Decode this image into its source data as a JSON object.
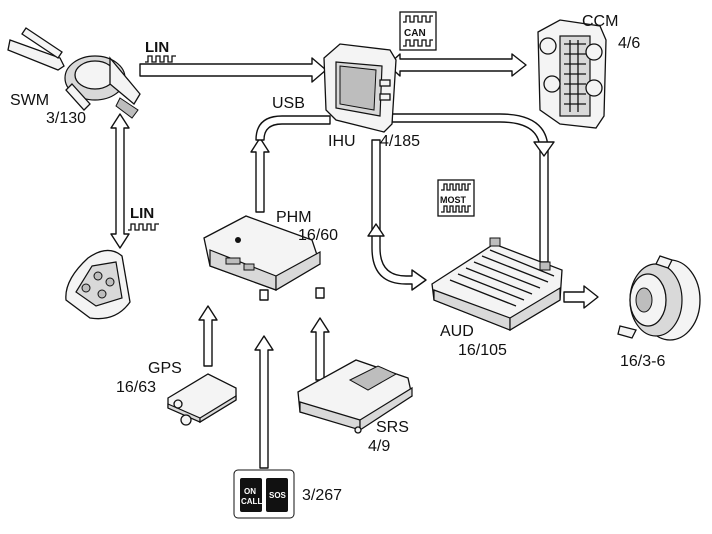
{
  "components": {
    "swm": {
      "name": "SWM",
      "ref": "3/130"
    },
    "ihu": {
      "name": "IHU",
      "ref": "4/185"
    },
    "ccm": {
      "name": "CCM",
      "ref": "4/6"
    },
    "phm": {
      "name": "PHM",
      "ref": "16/60"
    },
    "aud": {
      "name": "AUD",
      "ref": "16/105"
    },
    "gps": {
      "name": "GPS",
      "ref": "16/63"
    },
    "srs": {
      "name": "SRS",
      "ref": "4/9"
    },
    "speaker": {
      "ref": "16/3-6"
    },
    "oncall": {
      "ref": "3/267",
      "btn1_line1": "ON",
      "btn1_line2": "CALL",
      "btn2": "SOS"
    }
  },
  "buses": {
    "lin_top": "LIN",
    "lin_left": "LIN",
    "usb": "USB",
    "can_line1": "CAN",
    "most": "MOST"
  }
}
